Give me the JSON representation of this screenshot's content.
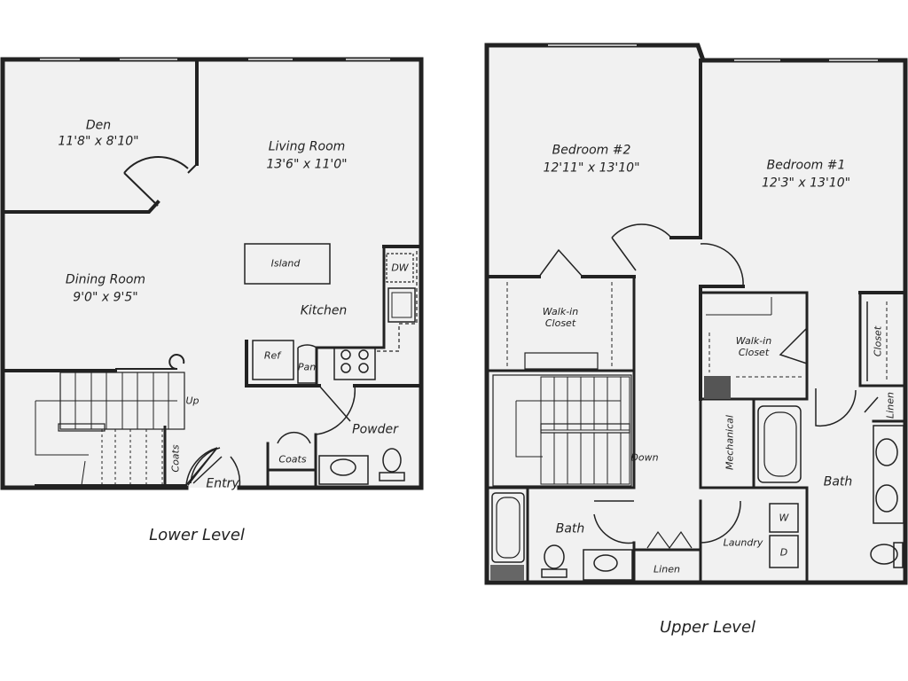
{
  "lower": {
    "title": "Lower Level",
    "den": {
      "name": "Den",
      "dim": "11'8\" x 8'10\""
    },
    "living": {
      "name": "Living Room",
      "dim": "13'6\" x 11'0\""
    },
    "dining": {
      "name": "Dining Room",
      "dim": "9'0\" x 9'5\""
    },
    "kitchen": "Kitchen",
    "island": "Island",
    "dw": "DW",
    "ref": "Ref",
    "pan": "Pan",
    "up": "Up",
    "coats": "Coats",
    "coats2": "Coats",
    "entry": "Entry",
    "powder": "Powder"
  },
  "upper": {
    "title": "Upper Level",
    "bedroom2": {
      "name": "Bedroom #2",
      "dim": "12'11\" x 13'10\""
    },
    "bedroom1": {
      "name": "Bedroom #1",
      "dim": "12'3\" x 13'10\""
    },
    "walkin1": "Walk-in\nCloset",
    "walkin2": "Walk-in\nCloset",
    "closet": "Closet",
    "linen_side": "Linen",
    "mechanical": "Mechanical",
    "down": "Down",
    "bath_main": "Bath",
    "bath_hall": "Bath",
    "linen": "Linen",
    "laundry": "Laundry",
    "washer": "W",
    "dryer": "D"
  }
}
